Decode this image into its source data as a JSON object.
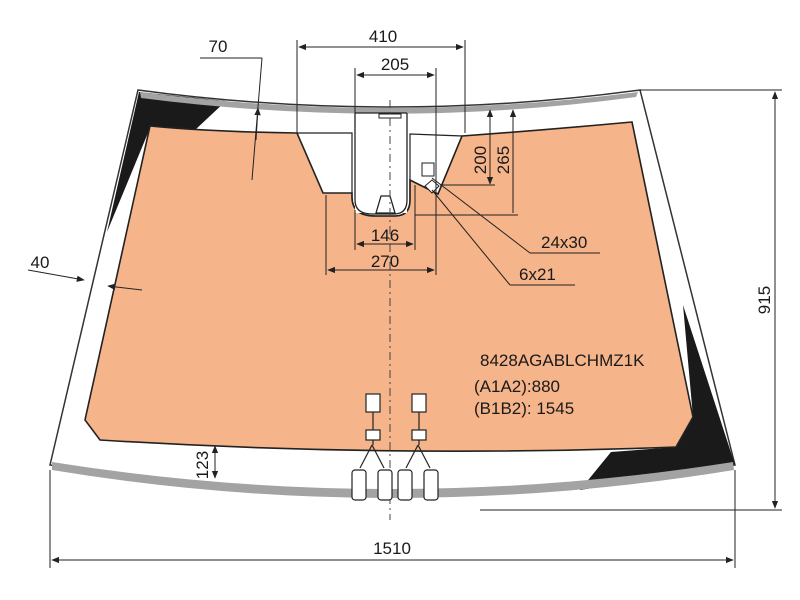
{
  "dimensions": {
    "overall_width": "1510",
    "overall_height": "915",
    "top_cutout_width": "410",
    "inner_cutout_width": "205",
    "cutout_depth_a": "200",
    "cutout_depth_b": "265",
    "top_band": "70",
    "side_band": "40",
    "bottom_band": "123",
    "bracket_146": "146",
    "bracket_270": "270",
    "pad_24x30": "24x30",
    "pad_6x21": "6x21"
  },
  "part_info": {
    "code": "8428AGABLCHMZ1K",
    "a1a2": "(A1A2):880",
    "b1b2": "(B1B2): 1545"
  },
  "colors": {
    "tint": "#f5b48a",
    "frit": "#1a1a1a",
    "edge": "#9a9a9a"
  }
}
